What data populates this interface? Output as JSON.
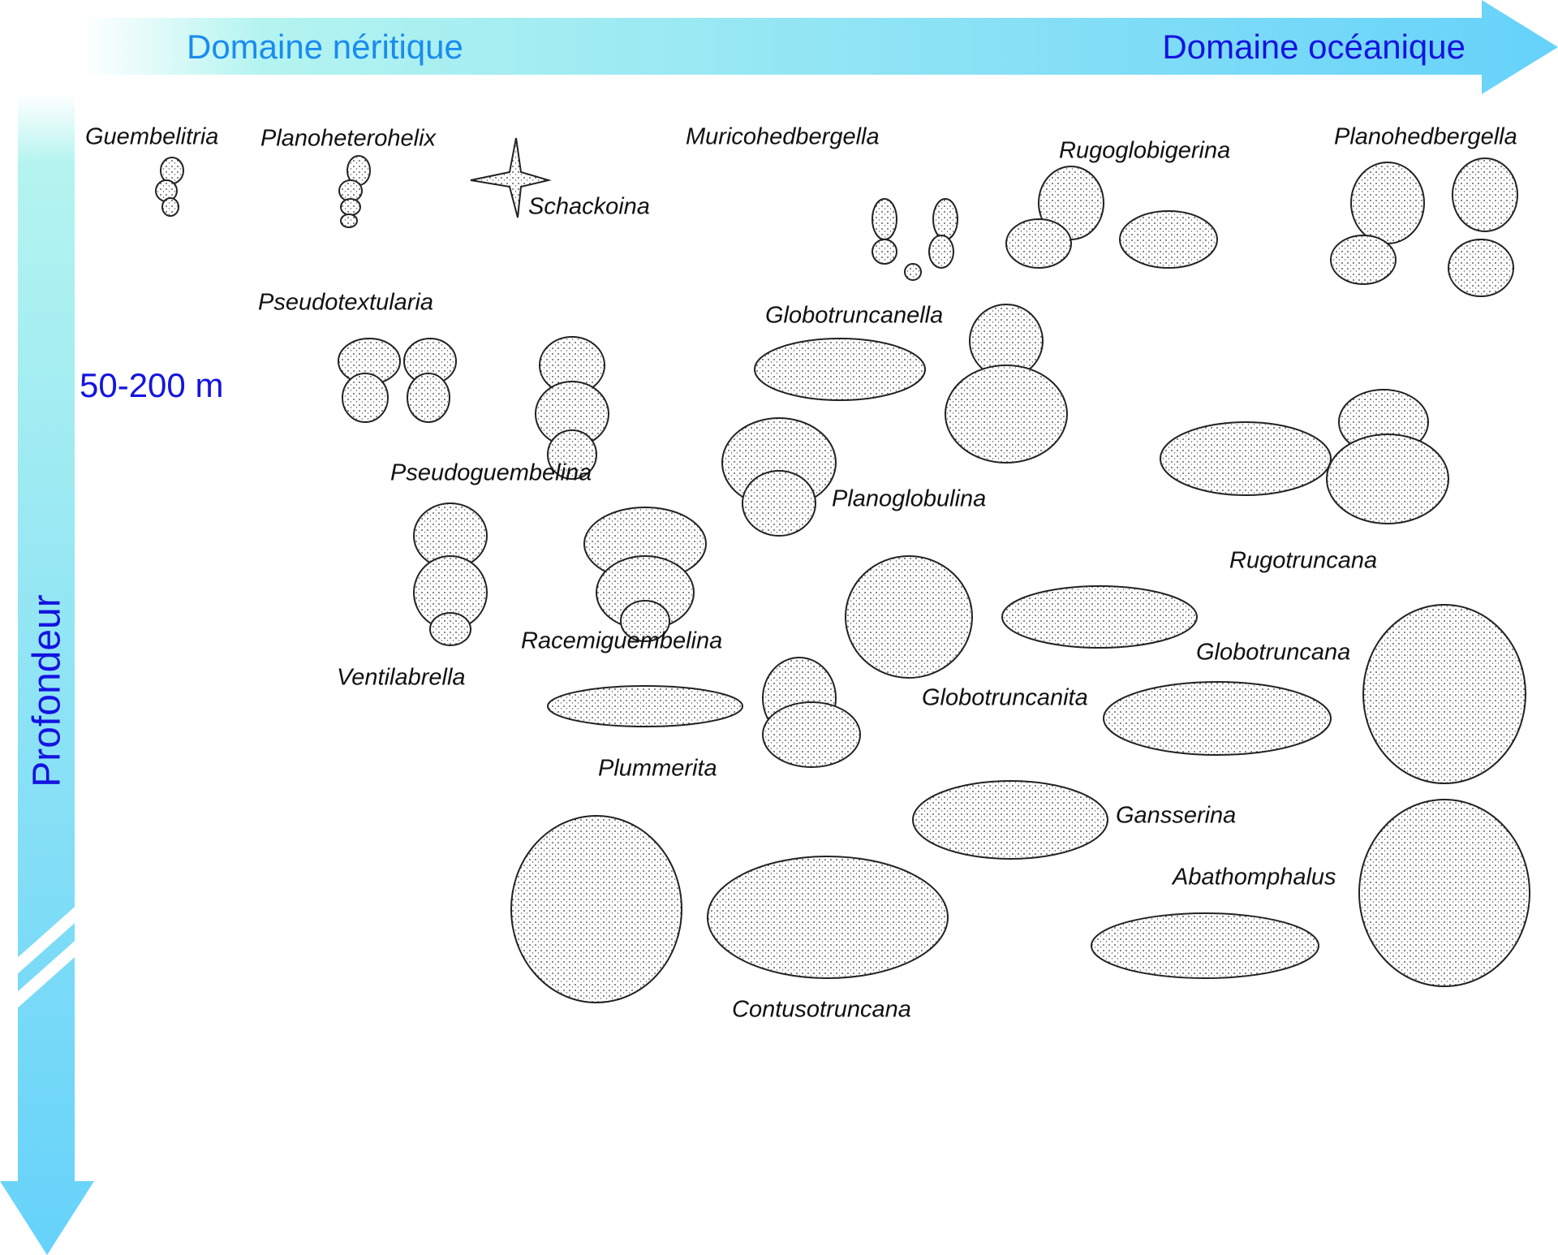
{
  "axes": {
    "horizontal_left_label": "Domaine néritique",
    "horizontal_right_label": "Domaine océanique",
    "vertical_label": "Profondeur",
    "depth_label": "50-200 m"
  },
  "colors": {
    "arrow_light": "#e8fbfb",
    "arrow_mid": "#a8f0f0",
    "arrow_dark": "#66d4fa",
    "neritic_text": "#1a8cf0",
    "oceanic_text": "#1414e0",
    "depth_text": "#1414e0"
  },
  "taxa": [
    "Guembelitria",
    "Planoheterohelix",
    "Schackoina",
    "Muricohedbergella",
    "Rugoglobigerina",
    "Planohedbergella",
    "Pseudotextularia",
    "Globotruncanella",
    "Pseudoguembelina",
    "Planoglobulina",
    "Rugotruncana",
    "Racemiguembelina",
    "Globotruncana",
    "Ventilabrella",
    "Globotruncanita",
    "Plummerita",
    "Gansserina",
    "Abathomphalus",
    "Contusotruncana"
  ]
}
